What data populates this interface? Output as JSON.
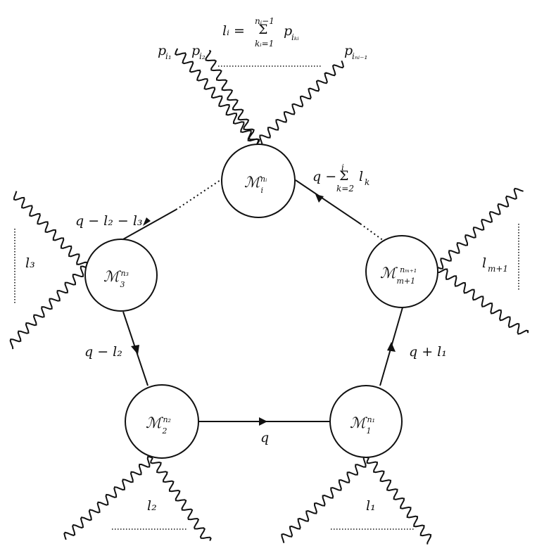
{
  "vertices": [
    {
      "id": "v1",
      "symbol": "ℳ",
      "sub": "1",
      "sup": "n₁"
    },
    {
      "id": "v2",
      "symbol": "ℳ",
      "sub": "2",
      "sup": "n₂"
    },
    {
      "id": "v3",
      "symbol": "ℳ",
      "sub": "3",
      "sup": "n₃"
    },
    {
      "id": "vi",
      "symbol": "ℳ",
      "sub": "i",
      "sup": "nᵢ"
    },
    {
      "id": "vm",
      "symbol": "ℳ",
      "sub": "m+1",
      "sup": "nₘ₊₁"
    }
  ],
  "edges": {
    "bottom": "q",
    "right": "q + l₁",
    "left": "q − l₂",
    "upper_left": "q − l₂ − l₃",
    "upper_right_main": "q −",
    "upper_right_sum_top": "i",
    "upper_right_sum_bottom": "k=2",
    "upper_right_term": "l",
    "upper_right_term_sub": "k"
  },
  "external_labels": {
    "l1": "l₁",
    "l2": "l₂",
    "l3": "l₃",
    "lm1_main": "l",
    "lm1_sub": "m+1",
    "top_formula_main": "lᵢ =",
    "top_formula_sum_top": "nᵢ−1",
    "top_formula_sum_bottom": "kᵢ=1",
    "top_formula_term": "p",
    "top_formula_term_sub": "iₖᵢ",
    "p_i1_main": "p",
    "p_i1_sub": "i₁",
    "p_i2_main": "p",
    "p_i2_sub": "i₂",
    "p_last_main": "p",
    "p_last_sub": "iₙᵢ₋₁"
  },
  "sum_symbol": "Σ"
}
